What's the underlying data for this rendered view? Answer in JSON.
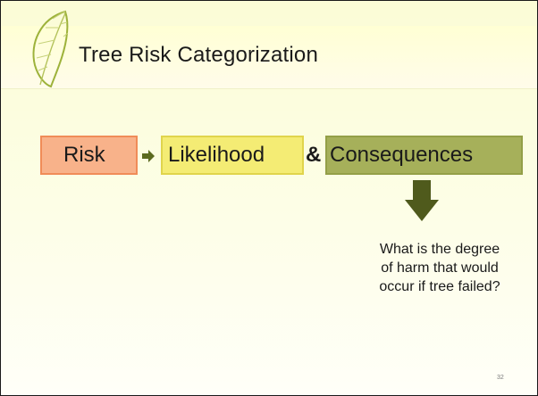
{
  "slide": {
    "title": "Tree Risk Categorization",
    "flow": {
      "risk_label": "Risk",
      "likelihood_label": "Likelihood",
      "amp": "&",
      "consequences_label": "Consequences"
    },
    "question_lines": [
      "What is the degree",
      "of harm that would",
      "occur if tree failed?"
    ],
    "page_number": "32"
  },
  "colors": {
    "risk_fill": "#f8b28a",
    "likelihood_fill": "#f4ec74",
    "consequences_fill": "#a6b05a",
    "arrow": "#5b6a1f",
    "leaf": "#9db23a"
  }
}
